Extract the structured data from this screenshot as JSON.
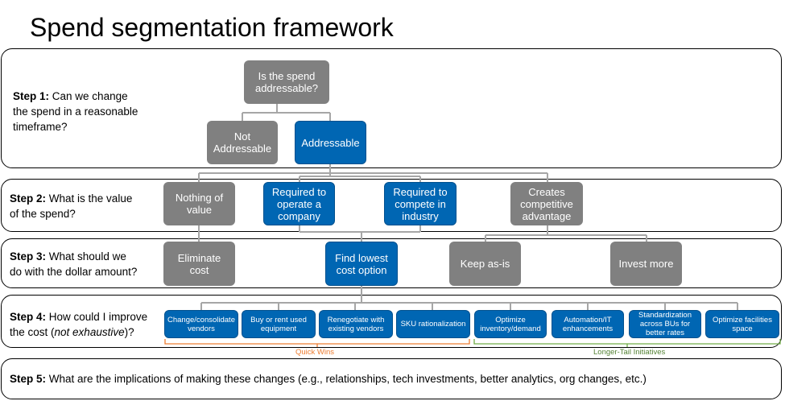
{
  "title": "Spend segmentation framework",
  "colors": {
    "gray_box": "#808080",
    "blue_box": "#0066b3",
    "quick_wins": "#ed7d31",
    "longer_tail": "#70ad47"
  },
  "steps": [
    {
      "label": "Step 1:",
      "text_lines": [
        "Can we change",
        "the spend in a reasonable",
        "timeframe?"
      ]
    },
    {
      "label": "Step 2:",
      "text_lines": [
        "What is the value",
        "of the spend?"
      ]
    },
    {
      "label": "Step 3:",
      "text_lines": [
        "What should we",
        "do with the dollar amount?"
      ]
    },
    {
      "label": "Step 4:",
      "text_lines": [
        "How could I improve",
        "the cost ("
      ],
      "italic": "not exhaustive",
      "suffix": ")?"
    },
    {
      "label": "Step 5:",
      "text": "What are the implications of making these changes (e.g., relationships, tech investments, better analytics, org changes, etc.)"
    }
  ],
  "step1_nodes": {
    "question": [
      "Is the spend",
      "addressable?"
    ],
    "not_addressable": [
      "Not",
      "Addressable"
    ],
    "addressable": "Addressable"
  },
  "step2_nodes": [
    {
      "lines": [
        "Nothing of",
        "value"
      ]
    },
    {
      "lines": [
        "Required to",
        "operate a",
        "company"
      ]
    },
    {
      "lines": [
        "Required to",
        "compete in",
        "industry"
      ]
    },
    {
      "lines": [
        "Creates",
        "competitive",
        "advantage"
      ]
    }
  ],
  "step3_nodes": [
    {
      "lines": [
        "Eliminate",
        "cost"
      ]
    },
    {
      "lines": [
        "Find lowest",
        "cost option"
      ]
    },
    {
      "lines": [
        "Keep as-is"
      ]
    },
    {
      "lines": [
        "Invest more"
      ]
    }
  ],
  "step4_nodes": [
    {
      "lines": [
        "Change/consolidate",
        "vendors"
      ]
    },
    {
      "lines": [
        "Buy or rent used",
        "equipment"
      ]
    },
    {
      "lines": [
        "Renegotiate with",
        "existing vendors"
      ]
    },
    {
      "lines": [
        "SKU rationalization"
      ]
    },
    {
      "lines": [
        "Optimize",
        "inventory/demand"
      ]
    },
    {
      "lines": [
        "Automation/IT",
        "enhancements"
      ]
    },
    {
      "lines": [
        "Standardization",
        "across BUs for",
        "better rates"
      ]
    },
    {
      "lines": [
        "Optimize facilities",
        "space"
      ]
    }
  ],
  "groups": {
    "quick_wins": "Quick Wins",
    "longer_tail": "Longer-Tail Initiatives"
  }
}
